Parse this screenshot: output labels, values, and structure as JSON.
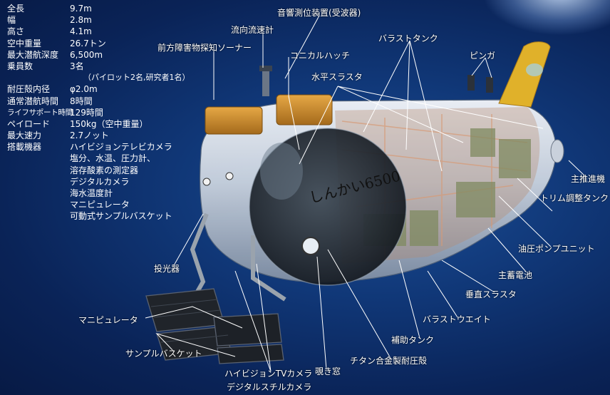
{
  "specs": [
    {
      "label": "全長",
      "value": "9.7m"
    },
    {
      "label": "幅",
      "value": "2.8m"
    },
    {
      "label": "高さ",
      "value": "4.1m"
    },
    {
      "label": "空中重量",
      "value": "26.7トン"
    },
    {
      "label": "最大潜航深度",
      "value": "6,500m"
    },
    {
      "label": "乗員数",
      "value": "3名"
    },
    {
      "label": "",
      "value": "（パイロット2名,研究者1名）"
    },
    {
      "label": "耐圧殻内径",
      "value": "φ2.0m"
    },
    {
      "label": "通常潜航時間",
      "value": "8時間"
    },
    {
      "label": "ライフサポート時間",
      "value": "129時間"
    },
    {
      "label": "ペイロード",
      "value": "150kg（空中重量）"
    },
    {
      "label": "最大速力",
      "value": "2.7ノット"
    },
    {
      "label": "搭載機器",
      "value": "ハイビジョンテレビカメラ"
    },
    {
      "label": "",
      "value": "塩分、水温、圧力計、"
    },
    {
      "label": "",
      "value": "溶存酸素の測定器"
    },
    {
      "label": "",
      "value": "デジタルカメラ"
    },
    {
      "label": "",
      "value": "海水温度計"
    },
    {
      "label": "",
      "value": "マニピュレータ"
    },
    {
      "label": "",
      "value": "可動式サンプルバスケット"
    }
  ],
  "hull_text": "しんかい6500",
  "labels": {
    "sonar": "音響測位装置(受波器)",
    "flow_meter": "流向流速計",
    "obstacle_sonar": "前方障害物探知ソーナー",
    "ballast_tank": "バラストタンク",
    "conical_hatch": "コニカルハッチ",
    "pinger": "ピンガ",
    "horizontal_thruster": "水平スラスタ",
    "main_propulsion": "主推進機",
    "trim_tank": "トリム調整タンク",
    "hydraulic_unit": "油圧ポンプユニット",
    "main_battery": "主蓄電池",
    "vertical_thruster": "垂直スラスタ",
    "ballast_weight": "バラストウエイト",
    "aux_tank": "補助タンク",
    "titanium_hull": "チタン合金製耐圧殻",
    "viewport": "覗き窓",
    "hd_camera": "ハイビジョンTVカメラ",
    "still_camera": "デジタルスチルカメラ",
    "sample_basket": "サンプルバスケット",
    "manipulator": "マニピュレータ",
    "floodlight": "投光器"
  },
  "colors": {
    "background": "#103777",
    "hull": "#d9e0ea",
    "float_box": "#c88a2a",
    "tail_fin": "#e0b12a",
    "interior": "#b88a6c"
  }
}
